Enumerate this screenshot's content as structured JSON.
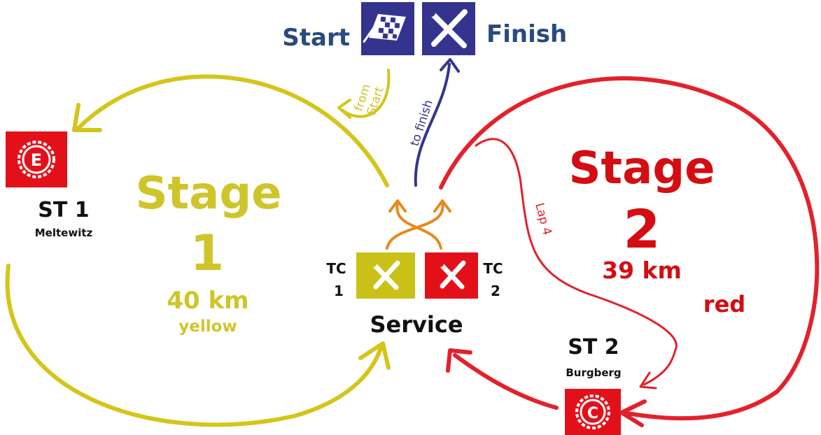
{
  "header": {
    "start_label": "Start",
    "finish_label": "Finish"
  },
  "connectors": {
    "from_start_line1": "from",
    "from_start_line2": "Start",
    "to_finish": "to finish",
    "lap4": "Lap 4"
  },
  "stage1": {
    "title": "Stage",
    "number": "1",
    "distance": "40 km",
    "color_name": "yellow",
    "special_stage": "ST 1",
    "location": "Meltewitz",
    "badge_letter": "E"
  },
  "stage2": {
    "title": "Stage",
    "number": "2",
    "distance": "39 km",
    "color_name": "red",
    "special_stage": "ST 2",
    "location": "Burgberg",
    "badge_letter": "C"
  },
  "service": {
    "label": "Service",
    "tc1_line1": "TC",
    "tc1_line2": "1",
    "tc2_line1": "TC",
    "tc2_line2": "2"
  },
  "colors": {
    "yellow": "#d4c51a",
    "yellow_text": "#cfc52a",
    "red": "#e3212c",
    "red_text": "#d40d12",
    "navy": "#34348f",
    "header_text": "#2a4a7c",
    "orange": "#e68a1e",
    "service_yellow": "#c9c118",
    "service_red": "#e3101a"
  },
  "icons": {
    "start": "checkered-flag-icon",
    "finish": "tools-icon",
    "tc1": "tools-icon",
    "tc2": "tools-icon",
    "st1": "stage-badge-icon",
    "st2": "stage-badge-icon"
  }
}
